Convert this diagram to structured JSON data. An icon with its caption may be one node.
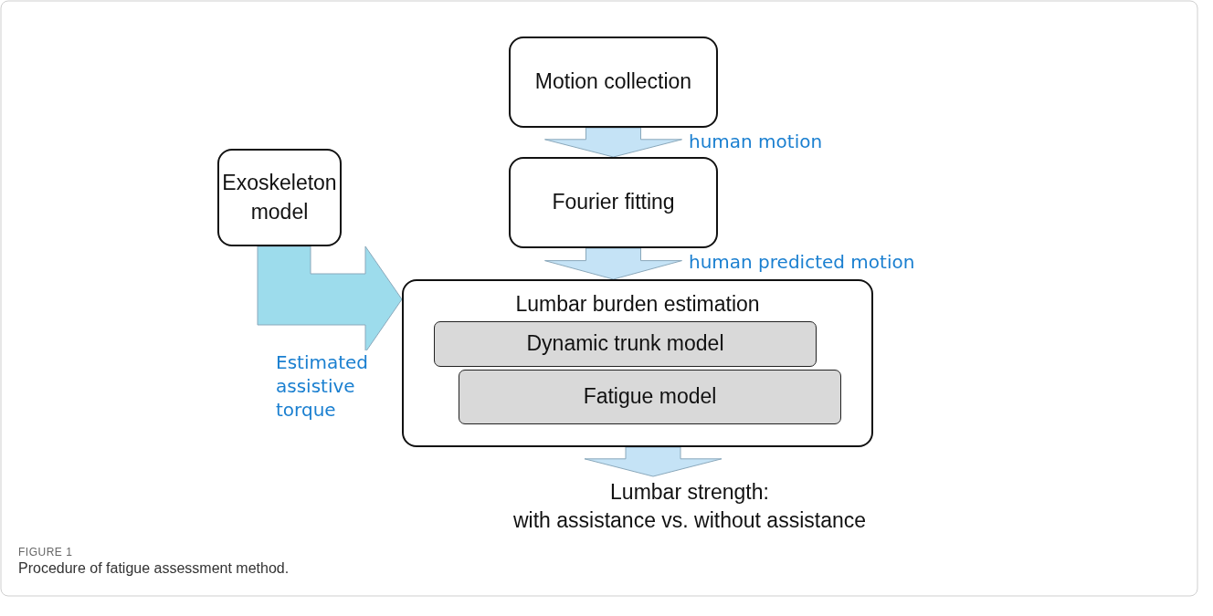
{
  "diagram": {
    "caption": "Procedure of fatigue assessment method.",
    "nodes": [
      {
        "text": [
          "Motion collection"
        ]
      },
      {
        "text": [
          "Fourier fitting"
        ]
      },
      {
        "text": [
          "Exoskeleton model"
        ]
      },
      {
        "text": [
          "Lumbar burden estimation"
        ]
      },
      {
        "text": [
          "Dynamic trunk model"
        ],
        "in": 3
      },
      {
        "text": [
          "Fatigue model"
        ],
        "in": 3
      },
      {
        "text": [
          "Lumbar strength:",
          "with assistance vs. without assistance"
        ]
      }
    ],
    "edges": [
      {
        "from": 0,
        "to": 1,
        "arrow": "to",
        "label": "human motion"
      },
      {
        "from": 1,
        "to": 3,
        "arrow": "to",
        "label": "human predicted motion"
      },
      {
        "from": 2,
        "to": 3,
        "arrow": "to",
        "label": "Estimated assistive torque",
        "color": "#9ddcec"
      },
      {
        "from": 3,
        "to": 6,
        "arrow": "to"
      }
    ],
    "labels": [
      "FIGURE 1"
    ]
  }
}
